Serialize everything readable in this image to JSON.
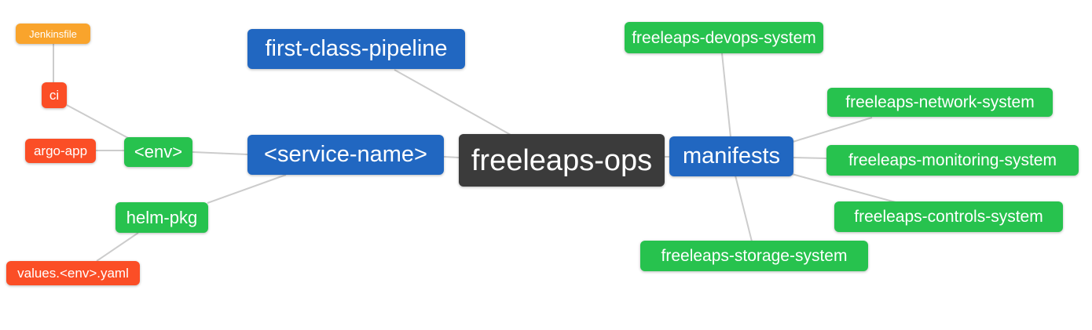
{
  "diagram": {
    "type": "mindmap",
    "background": "#ffffff",
    "edge_color": "#cccccc",
    "text_color": "#ffffff",
    "palette": {
      "root": "#3b3b3b",
      "level1": "#2167c1",
      "level2": "#27c24e",
      "level3": "#fb4e26",
      "level4": "#f9a42c"
    },
    "nodes": [
      {
        "id": "freeleaps-ops",
        "label": "freeleaps-ops",
        "level": "root",
        "color": "#3b3b3b"
      },
      {
        "id": "first-class-pipeline",
        "label": "first-class-pipeline",
        "level": "level1",
        "color": "#2167c1"
      },
      {
        "id": "service-name",
        "label": "<service-name>",
        "level": "level1",
        "color": "#2167c1"
      },
      {
        "id": "manifests",
        "label": "manifests",
        "level": "level1",
        "color": "#2167c1"
      },
      {
        "id": "env",
        "label": "<env>",
        "level": "level2",
        "color": "#27c24e"
      },
      {
        "id": "helm-pkg",
        "label": "helm-pkg",
        "level": "level2",
        "color": "#27c24e"
      },
      {
        "id": "ci",
        "label": "ci",
        "level": "level3",
        "color": "#fb4e26"
      },
      {
        "id": "argo-app",
        "label": "argo-app",
        "level": "level3",
        "color": "#fb4e26"
      },
      {
        "id": "values-env-yaml",
        "label": "values.<env>.yaml",
        "level": "level3",
        "color": "#fb4e26"
      },
      {
        "id": "jenkinsfile",
        "label": "Jenkinsfile",
        "level": "level4",
        "color": "#f9a42c"
      },
      {
        "id": "freeleaps-devops-system",
        "label": "freeleaps-devops-system",
        "level": "level2",
        "color": "#27c24e"
      },
      {
        "id": "freeleaps-network-system",
        "label": "freeleaps-network-system",
        "level": "level2",
        "color": "#27c24e"
      },
      {
        "id": "freeleaps-monitoring-system",
        "label": "freeleaps-monitoring-system",
        "level": "level2",
        "color": "#27c24e"
      },
      {
        "id": "freeleaps-controls-system",
        "label": "freeleaps-controls-system",
        "level": "level2",
        "color": "#27c24e"
      },
      {
        "id": "freeleaps-storage-system",
        "label": "freeleaps-storage-system",
        "level": "level2",
        "color": "#27c24e"
      }
    ],
    "edges": [
      {
        "from": "jenkinsfile",
        "to": "ci"
      },
      {
        "from": "ci",
        "to": "env"
      },
      {
        "from": "argo-app",
        "to": "env"
      },
      {
        "from": "env",
        "to": "service-name"
      },
      {
        "from": "helm-pkg",
        "to": "service-name"
      },
      {
        "from": "values-env-yaml",
        "to": "helm-pkg"
      },
      {
        "from": "service-name",
        "to": "freeleaps-ops"
      },
      {
        "from": "first-class-pipeline",
        "to": "freeleaps-ops"
      },
      {
        "from": "freeleaps-ops",
        "to": "manifests"
      },
      {
        "from": "manifests",
        "to": "freeleaps-devops-system"
      },
      {
        "from": "manifests",
        "to": "freeleaps-network-system"
      },
      {
        "from": "manifests",
        "to": "freeleaps-monitoring-system"
      },
      {
        "from": "manifests",
        "to": "freeleaps-controls-system"
      },
      {
        "from": "manifests",
        "to": "freeleaps-storage-system"
      }
    ]
  }
}
